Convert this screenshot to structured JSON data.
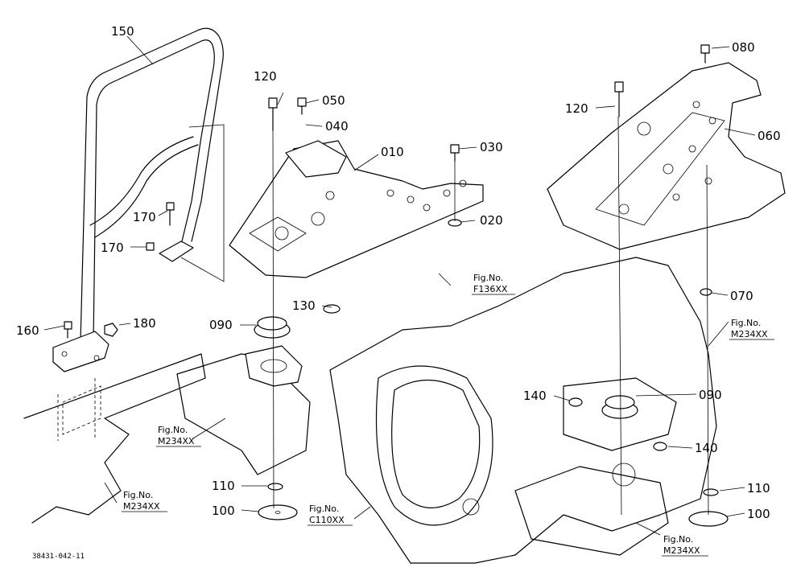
{
  "diagram_code": "38431-042-11",
  "parts": [
    {
      "id": "p150",
      "text": "150"
    },
    {
      "id": "p120a",
      "text": "120"
    },
    {
      "id": "p050",
      "text": "050"
    },
    {
      "id": "p040",
      "text": "040"
    },
    {
      "id": "p010",
      "text": "010"
    },
    {
      "id": "p030",
      "text": "030"
    },
    {
      "id": "p020",
      "text": "020"
    },
    {
      "id": "p170a",
      "text": "170"
    },
    {
      "id": "p170b",
      "text": "170"
    },
    {
      "id": "p160",
      "text": "160"
    },
    {
      "id": "p180",
      "text": "180"
    },
    {
      "id": "p090a",
      "text": "090"
    },
    {
      "id": "p130",
      "text": "130"
    },
    {
      "id": "p110a",
      "text": "110"
    },
    {
      "id": "p100a",
      "text": "100"
    },
    {
      "id": "p080",
      "text": "080"
    },
    {
      "id": "p120b",
      "text": "120"
    },
    {
      "id": "p060",
      "text": "060"
    },
    {
      "id": "p070",
      "text": "070"
    },
    {
      "id": "p140a",
      "text": "140"
    },
    {
      "id": "p090b",
      "text": "090"
    },
    {
      "id": "p140b",
      "text": "140"
    },
    {
      "id": "p110b",
      "text": "110"
    },
    {
      "id": "p100b",
      "text": "100"
    }
  ],
  "fig_refs": [
    {
      "id": "f1",
      "line1": "Fig.No.",
      "line2": "F136XX"
    },
    {
      "id": "f2",
      "line1": "Fig.No.",
      "line2": "M234XX"
    },
    {
      "id": "f3",
      "line1": "Fig.No.",
      "line2": "M234XX"
    },
    {
      "id": "f4",
      "line1": "Fig.No.",
      "line2": "M234XX"
    },
    {
      "id": "f5",
      "line1": "Fig.No.",
      "line2": "C110XX"
    },
    {
      "id": "f6",
      "line1": "Fig.No.",
      "line2": "M234XX"
    }
  ]
}
